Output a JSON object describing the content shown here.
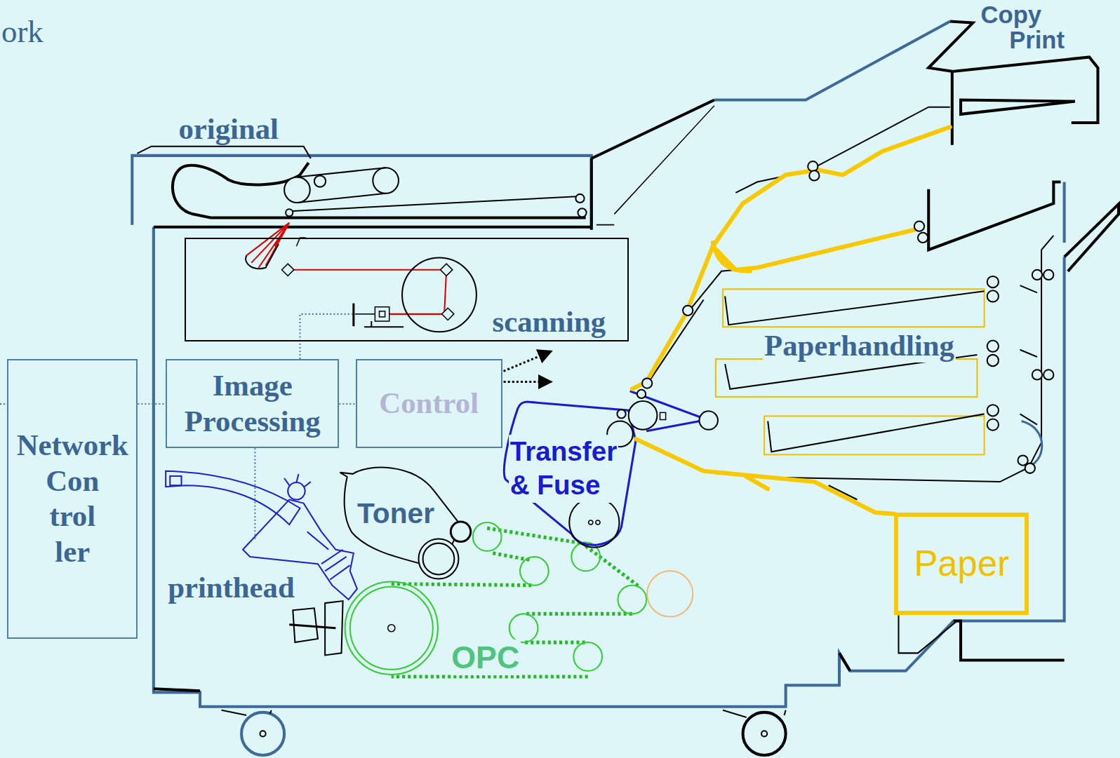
{
  "diagram": {
    "nodes": [
      {
        "text": [
          "scanning"
        ]
      },
      {
        "text": [
          "Network Con trol ler"
        ]
      },
      {
        "text": [
          "Image Processing"
        ]
      },
      {
        "text": [
          "Control"
        ]
      },
      {
        "text": [
          "Paper"
        ]
      }
    ],
    "edges": [
      {
        "from": 1,
        "to": 2,
        "arrow": "none"
      },
      {
        "from": 2,
        "to": 3,
        "arrow": "none"
      },
      {
        "from": 2,
        "to": 0,
        "arrow": "none"
      }
    ],
    "labels": [
      "ork",
      "original",
      "Copy",
      "Print",
      "Paperhandling",
      "Toner",
      "printhead",
      "Transfer & Fuse",
      "OPC"
    ]
  }
}
